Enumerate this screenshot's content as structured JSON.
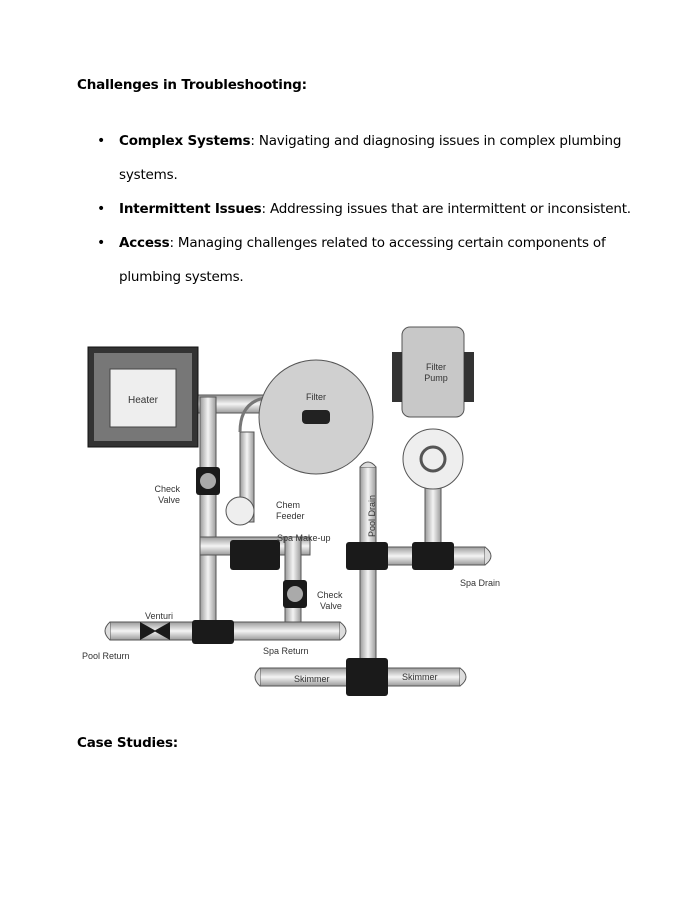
{
  "heading_challenges": "Challenges in Troubleshooting:",
  "bullets": [
    {
      "term": "Complex Systems",
      "text": ": Navigating and diagnosing issues in complex plumbing systems."
    },
    {
      "term": "Intermittent Issues",
      "text": ": Addressing issues that are intermittent or inconsistent."
    },
    {
      "term": "Access",
      "text": ": Managing challenges related to accessing certain components of plumbing systems."
    }
  ],
  "diagram_labels": {
    "heater": "Heater",
    "filter": "Filter",
    "filter_pump_1": "Filter",
    "filter_pump_2": "Pump",
    "check_valve_1a": "Check",
    "check_valve_1b": "Valve",
    "chem_feeder_1": "Chem",
    "chem_feeder_2": "Feeder",
    "spa_makeup": "Spa Make-up",
    "check_valve_2a": "Check",
    "check_valve_2b": "Valve",
    "pool_drain": "Pool Drain",
    "spa_drain": "Spa Drain",
    "venturi": "Venturi",
    "pool_return": "Pool Return",
    "spa_return": "Spa Return",
    "skimmer_1": "Skimmer",
    "skimmer_2": "Skimmer"
  },
  "heading_case": "Case Studies:"
}
